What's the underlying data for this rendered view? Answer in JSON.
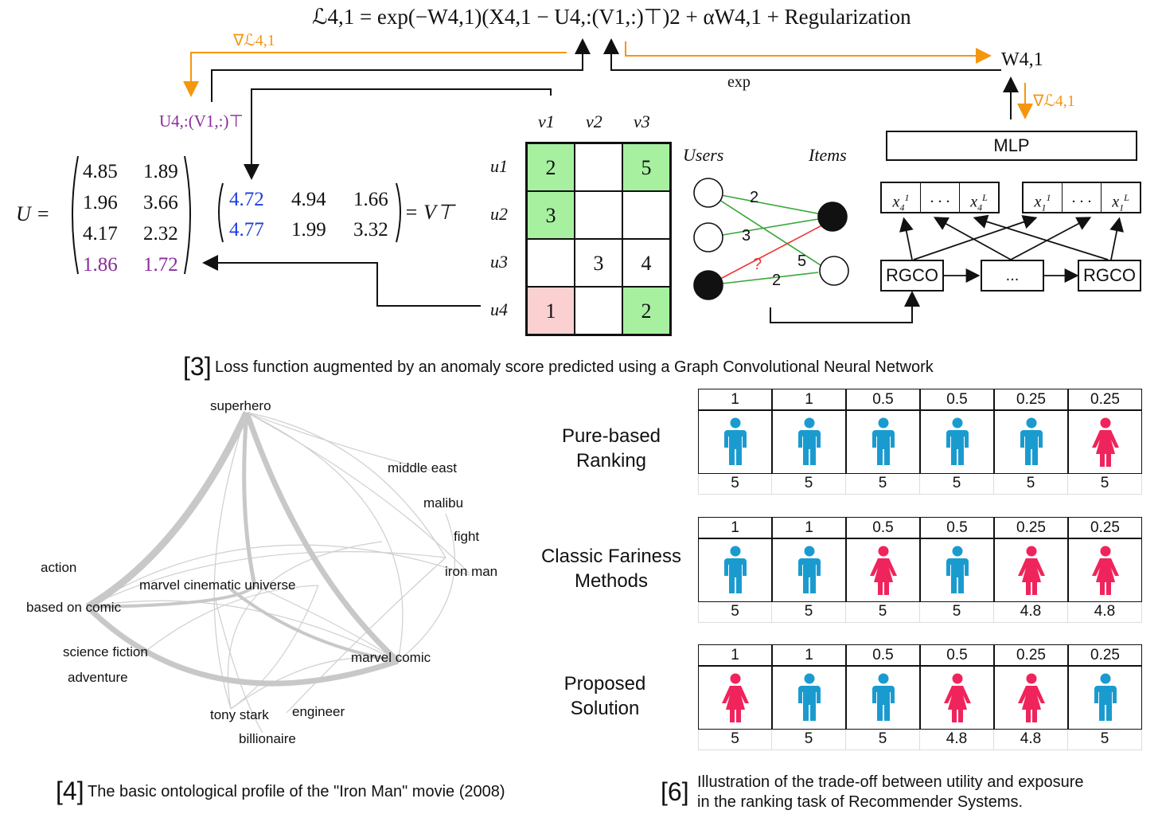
{
  "panel3": {
    "formula": "ℒ4,1 = exp(−W4,1)(X4,1 − U4,:(V1,:)⊤)2 + αW4,1 + Regularization",
    "grad_label": "∇ℒ4,1",
    "grad_label_right": "∇ℒ4,1",
    "uv_label": "U4,:(V1,:)⊤",
    "w_label": "W4,1",
    "exp_label": "exp",
    "U_label": "U =",
    "U_rows": [
      [
        "4.85",
        "1.89"
      ],
      [
        "1.96",
        "3.66"
      ],
      [
        "4.17",
        "2.32"
      ],
      [
        "1.86",
        "1.72"
      ]
    ],
    "V_rows": [
      [
        "4.72",
        "4.94",
        "1.66"
      ],
      [
        "4.77",
        "1.99",
        "3.32"
      ]
    ],
    "V_label": "= V⊤",
    "col_headers": [
      "v1",
      "v2",
      "v3"
    ],
    "row_headers": [
      "u1",
      "u2",
      "u3",
      "u4"
    ],
    "grid": [
      [
        "2",
        "",
        "5"
      ],
      [
        "3",
        "",
        ""
      ],
      [
        "",
        "3",
        "4"
      ],
      [
        "1",
        "",
        "2"
      ]
    ],
    "grid_colors": [
      [
        "green",
        "white",
        "green"
      ],
      [
        "green",
        "white",
        "white"
      ],
      [
        "white",
        "white",
        "white"
      ],
      [
        "pink",
        "white",
        "green"
      ]
    ],
    "users_label": "Users",
    "items_label": "Items",
    "edge_labels": [
      "2",
      "3",
      "5",
      "2",
      "?"
    ],
    "mlp_label": "MLP",
    "x_boxes": [
      "x4^1",
      "...",
      "x4^L",
      "x1^1",
      "...",
      "x1^L"
    ],
    "rgco_labels": [
      "RGCO",
      "...",
      "RGCO"
    ],
    "caption_num": "[3]",
    "caption": "Loss function augmented by an anomaly score predicted using a Graph Convolutional Neural Network"
  },
  "panel4": {
    "nodes": [
      "superhero",
      "middle east",
      "malibu",
      "fight",
      "iron man",
      "action",
      "marvel cinematic universe",
      "based on comic",
      "science fiction",
      "marvel comic",
      "adventure",
      "tony stark",
      "engineer",
      "billionaire"
    ],
    "caption_num": "[4]",
    "caption": "The basic ontological profile of the \"Iron Man\" movie (2008)"
  },
  "panel6": {
    "rows": [
      {
        "label": "Pure-based Ranking",
        "weights": [
          "1",
          "1",
          "0.5",
          "0.5",
          "0.25",
          "0.25"
        ],
        "genders": [
          "m",
          "m",
          "m",
          "m",
          "m",
          "f"
        ],
        "scores": [
          "5",
          "5",
          "5",
          "5",
          "5",
          "5"
        ]
      },
      {
        "label": "Classic Fariness Methods",
        "weights": [
          "1",
          "1",
          "0.5",
          "0.5",
          "0.25",
          "0.25"
        ],
        "genders": [
          "m",
          "m",
          "f",
          "m",
          "f",
          "f"
        ],
        "scores": [
          "5",
          "5",
          "5",
          "5",
          "4.8",
          "4.8"
        ]
      },
      {
        "label": "Proposed Solution",
        "weights": [
          "1",
          "1",
          "0.5",
          "0.5",
          "0.25",
          "0.25"
        ],
        "genders": [
          "f",
          "m",
          "m",
          "f",
          "f",
          "m"
        ],
        "scores": [
          "5",
          "5",
          "5",
          "4.8",
          "4.8",
          "5"
        ]
      }
    ],
    "colors": {
      "male": "#1a9bd0",
      "female": "#f0245c"
    },
    "caption_num": "[6]",
    "caption_line1": "Illustration of the trade-off between utility and exposure",
    "caption_line2": "in the ranking task of Recommender Systems."
  }
}
